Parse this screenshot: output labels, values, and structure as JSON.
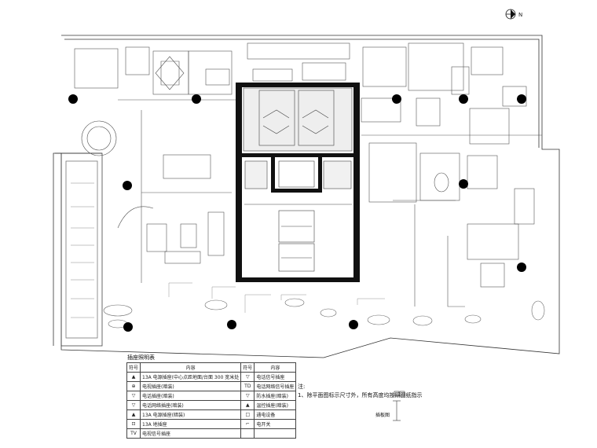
{
  "north_label": "N",
  "legend": {
    "title": "插座照明表",
    "header": {
      "symbol": "符号",
      "content": "内容"
    },
    "left_rows": [
      {
        "symbol": "▲",
        "content": "13A 电源插座(中心点距地面/台面 300 宽米处"
      },
      {
        "symbol": "⊕",
        "content": "电视插座(暗装)"
      },
      {
        "symbol": "▽",
        "content": "电话插座(暗装)"
      },
      {
        "symbol": "▽",
        "content": "电话网络插座(暗装)"
      },
      {
        "symbol": "▲",
        "content": "13A 电源插座(暗装)"
      },
      {
        "symbol": "⊡",
        "content": "13A 地插座"
      },
      {
        "symbol": "TV",
        "content": "电视信号插座"
      }
    ],
    "right_rows": [
      {
        "symbol": "▽",
        "content": "电话信号插座"
      },
      {
        "symbol": "TD",
        "content": "电话网络信号插座"
      },
      {
        "symbol": "▽",
        "content": "防水插座(暗装)"
      },
      {
        "symbol": "▲",
        "content": "温控插座(暗装)"
      },
      {
        "symbol": "□",
        "content": "通电设备"
      },
      {
        "symbol": "⌐",
        "content": "电开关"
      }
    ]
  },
  "notes": {
    "heading": "注:",
    "items": [
      "1、除平面图标示尺寸外，所有高度均按照图纸指示"
    ]
  },
  "scale_label": "插板图"
}
